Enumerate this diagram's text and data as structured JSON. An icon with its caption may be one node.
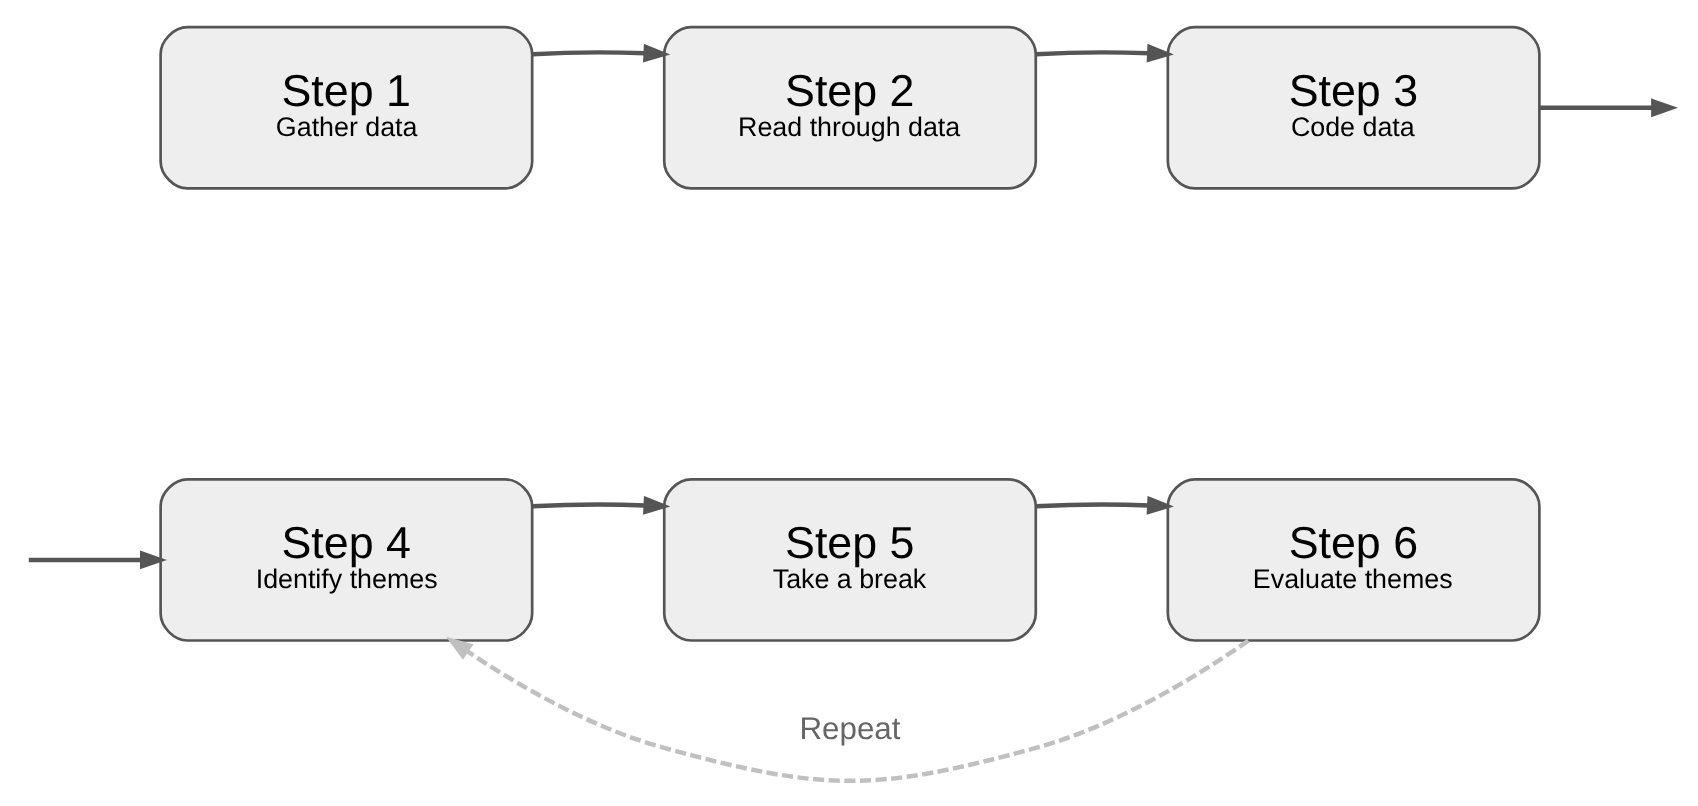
{
  "diagram": {
    "nodes": [
      {
        "text": [
          "Step 1",
          "Gather data"
        ]
      },
      {
        "text": [
          "Step 2",
          "Read through data"
        ]
      },
      {
        "text": [
          "Step 3",
          "Code data"
        ]
      },
      {
        "text": [
          "Step 4",
          "Identify themes"
        ]
      },
      {
        "text": [
          "Step 5",
          "Take a break"
        ]
      },
      {
        "text": [
          "Step 6",
          "Evaluate themes"
        ]
      }
    ],
    "edges": [
      {
        "from": 0,
        "to": 1,
        "arrow": "to"
      },
      {
        "from": 1,
        "to": 2,
        "arrow": "to"
      },
      {
        "from": 2,
        "to": null,
        "arrow": "to"
      },
      {
        "from": null,
        "to": 3,
        "arrow": "to"
      },
      {
        "from": 3,
        "to": 4,
        "arrow": "to"
      },
      {
        "from": 4,
        "to": 5,
        "arrow": "to"
      },
      {
        "from": 5,
        "to": 3,
        "arrow": "to",
        "label": "Repeat",
        "style": "dashed",
        "color": "#c0c0c0"
      }
    ]
  }
}
